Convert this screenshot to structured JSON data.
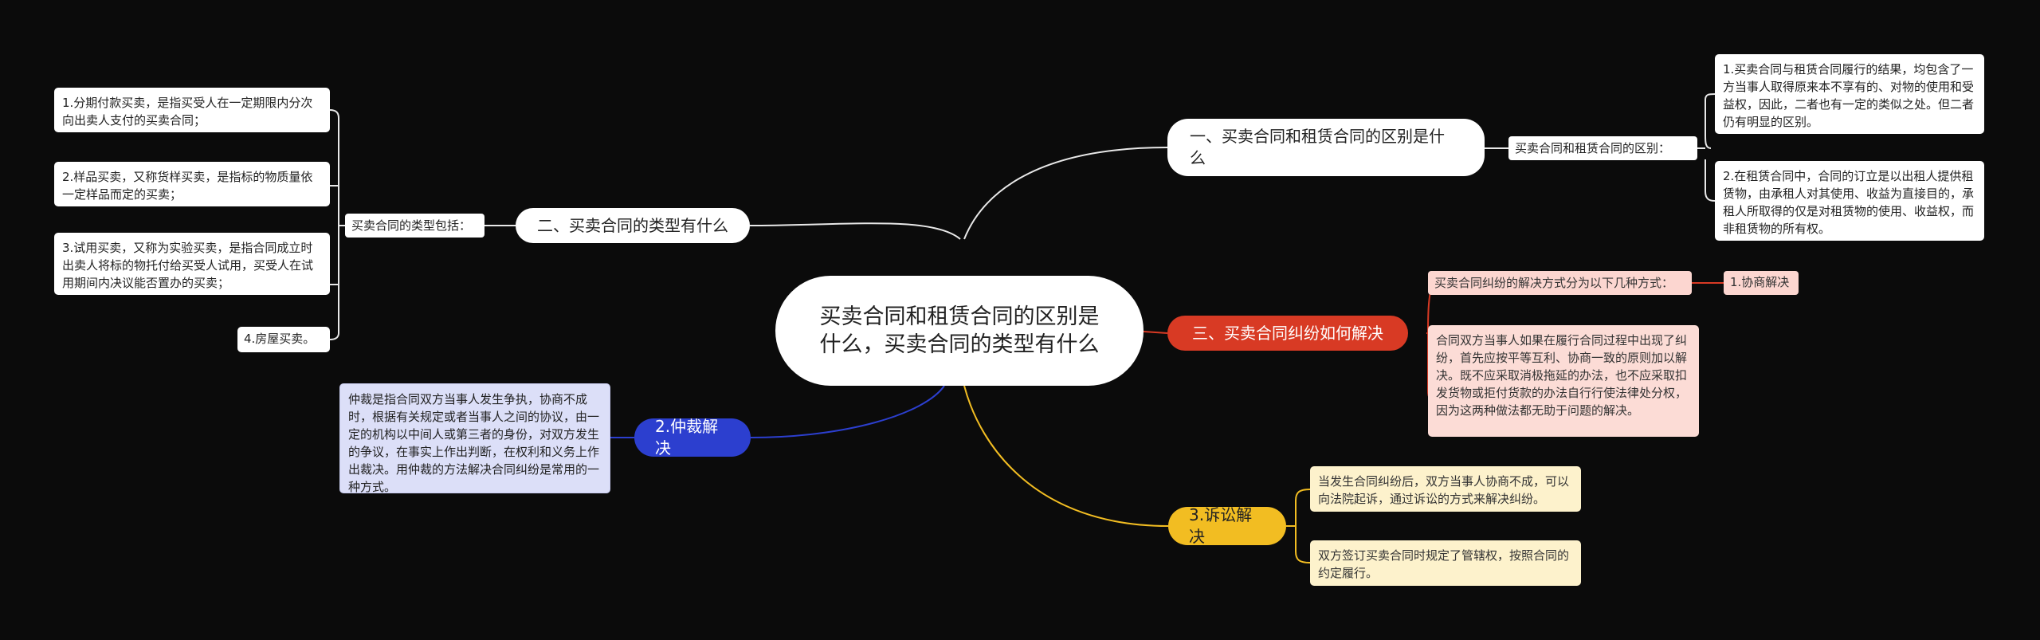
{
  "root": {
    "title": "买卖合同和租赁合同的区别是什么，买卖合同的类型有什么"
  },
  "branches": {
    "difference": {
      "title": "一、买卖合同和租赁合同的区别是什么",
      "label": "买卖合同和租赁合同的区别：",
      "items": [
        "1.买卖合同与租赁合同履行的结果，均包含了一方当事人取得原来本不享有的、对物的使用和受益权，因此，二者也有一定的类似之处。但二者仍有明显的区别。",
        "2.在租赁合同中，合同的订立是以出租人提供租赁物，由承租人对其使用、收益为直接目的，承租人所取得的仅是对租赁物的使用、收益权，而非租赁物的所有权。"
      ]
    },
    "types": {
      "title": "二、买卖合同的类型有什么",
      "label": "买卖合同的类型包括：",
      "items": [
        "1.分期付款买卖，是指买受人在一定期限内分次向出卖人支付的买卖合同；",
        "2.样品买卖，又称货样买卖，是指标的物质量依一定样品而定的买卖；",
        "3.试用买卖，又称为实验买卖，是指合同成立时出卖人将标的物托付给买受人试用，买受人在试用期间内决议能否置办的买卖；",
        "4.房屋买卖。"
      ]
    },
    "disputes": {
      "title": "三、买卖合同纠纷如何解决",
      "label": "买卖合同纠纷的解决方式分为以下几种方式：",
      "chip": "1.协商解决",
      "note": "合同双方当事人如果在履行合同过程中出现了纠纷，首先应按平等互利、协商一致的原则加以解决。既不应采取消极拖延的办法，也不应采取扣发货物或拒付货款的办法自行行使法律处分权，因为这两种做法都无助于问题的解决。"
    },
    "arbitration": {
      "title": "2.仲裁解决",
      "note": "仲裁是指合同双方当事人发生争执，协商不成时，根据有关规定或者当事人之间的协议，由一定的机构以中间人或第三者的身份，对双方发生的争议，在事实上作出判断，在权利和义务上作出裁决。用仲裁的方法解决合同纠纷是常用的一种方式。"
    },
    "litigation": {
      "title": "3.诉讼解决",
      "items": [
        "当发生合同纠纷后，双方当事人协商不成，可以向法院起诉，通过诉讼的方式来解决纠纷。",
        "双方签订买卖合同时规定了管辖权，按照合同的约定履行。"
      ]
    }
  },
  "colors": {
    "background": "#0b0b0b",
    "root": "#ffffff",
    "difference": "#ffffff",
    "types": "#ffffff",
    "disputes": "#d83a24",
    "arbitration": "#2c3fcf",
    "litigation": "#f2bd22"
  }
}
